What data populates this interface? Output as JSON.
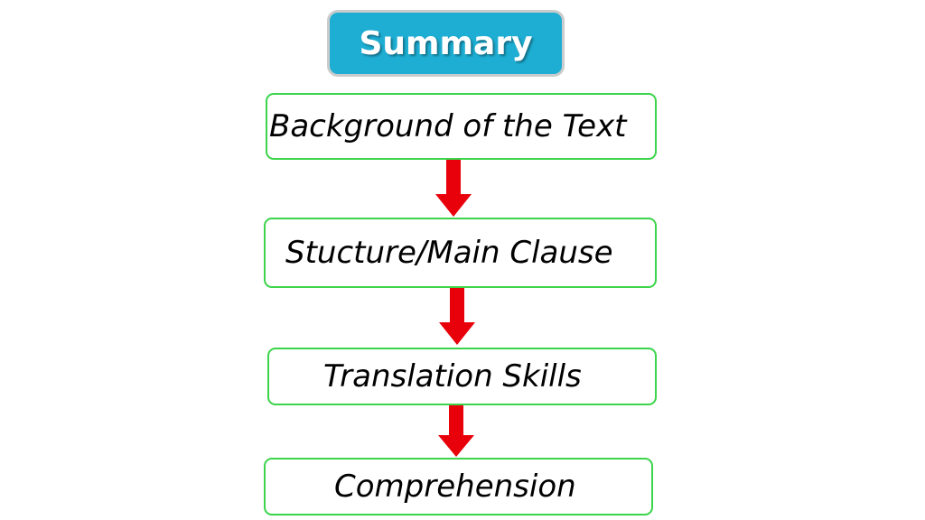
{
  "title": "Summary",
  "steps": [
    "Background of the Text",
    "Stucture/Main Clause",
    "Translation Skills",
    "Comprehension"
  ],
  "colors": {
    "title_fill": "#1eaed3",
    "title_border": "#c9cbcc",
    "box_border": "#3bd44a",
    "arrow": "#e8000b"
  }
}
